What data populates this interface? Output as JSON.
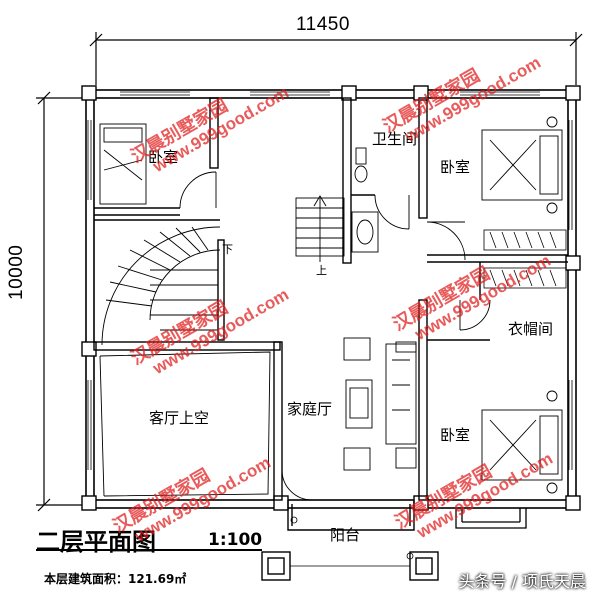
{
  "title": "二层平面图",
  "scale": "1:100",
  "area_note": "本层建筑面积：121.69㎡",
  "dimensions": {
    "width": "11450",
    "depth": "10000"
  },
  "rooms": {
    "bedroom_nw": "卧室",
    "bathroom": "卫生间",
    "bedroom_ne": "卧室",
    "walkin_closet": "衣帽间",
    "void": "客厅上空",
    "family_hall": "家庭厅",
    "bedroom_se": "卧室",
    "balcony": "阳台"
  },
  "stair_labels": {
    "down": "下",
    "up": "上"
  },
  "watermark": {
    "brand": "汉晨别墅家园",
    "site": "www.999good.com"
  },
  "credit": "头条号 / 项氏天晨",
  "colors": {
    "lines": "#000000",
    "watermark": "#e11d1d"
  }
}
